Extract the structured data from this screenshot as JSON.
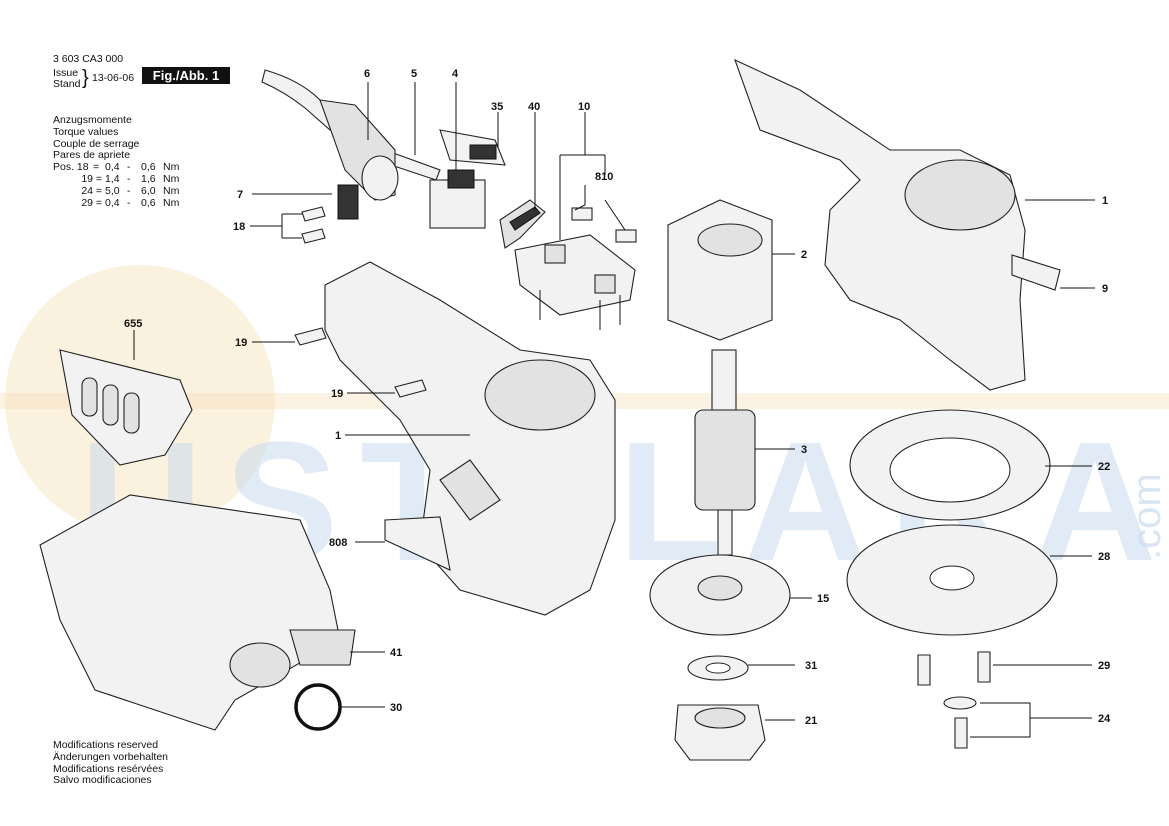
{
  "header": {
    "doc_number": "3 603 CA3 000",
    "issue_label": "Issue",
    "stand_label": "Stand",
    "date": "13-06-06",
    "fig_label": "Fig./Abb. 1"
  },
  "torque": {
    "lines": [
      "Anzugsmomente",
      "Torque values",
      "Couple de serrage",
      "Pares de apriete"
    ],
    "rows": [
      {
        "pos": "Pos. 18",
        "min": "0,4",
        "max": "0,6",
        "unit": "Nm"
      },
      {
        "pos": "19",
        "min": "1,4",
        "max": "1,6",
        "unit": "Nm"
      },
      {
        "pos": "24",
        "min": "5,0",
        "max": "6,0",
        "unit": "Nm"
      },
      {
        "pos": "29",
        "min": "0,4",
        "max": "0,6",
        "unit": "Nm"
      }
    ]
  },
  "modifications": [
    "Modifications reserved",
    "Änderungen vorbehalten",
    "Modifications resérvées",
    "Salvo modificaciones"
  ],
  "watermark": {
    "text": "USTALARA",
    "suffix": ".com",
    "color_blue": "#c9dbee",
    "color_orange": "#f6dfb8"
  },
  "callouts": {
    "c6": "6",
    "c5": "5",
    "c4": "4",
    "c35": "35",
    "c40": "40",
    "c10": "10",
    "c810": "810",
    "c7": "7",
    "c18": "18",
    "c655": "655",
    "c19a": "19",
    "c19b": "19",
    "c1a": "1",
    "c808": "808",
    "c41": "41",
    "c30": "30",
    "c2": "2",
    "c3": "3",
    "c15": "15",
    "c31": "31",
    "c21": "21",
    "c1b": "1",
    "c9": "9",
    "c22": "22",
    "c28": "28",
    "c29": "29",
    "c24": "24"
  }
}
